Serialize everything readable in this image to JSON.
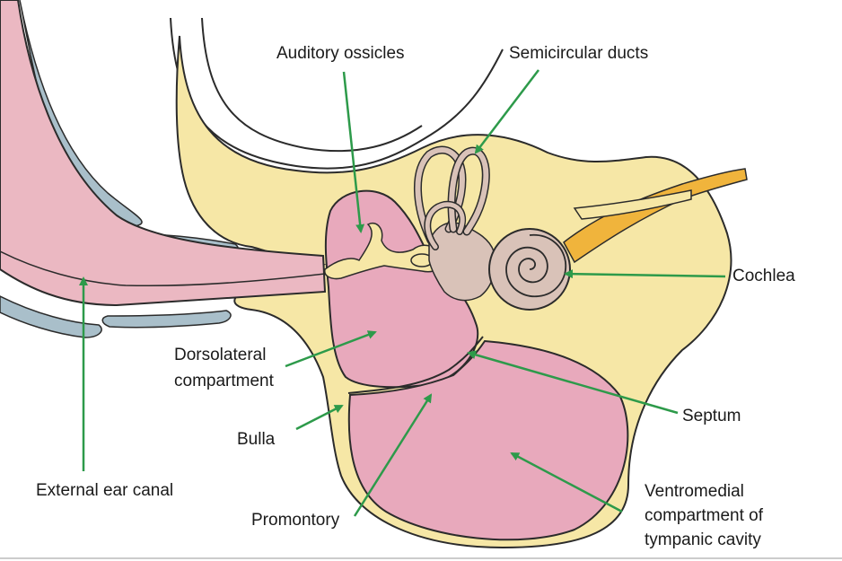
{
  "labels": {
    "auditory_ossicles": "Auditory ossicles",
    "semicircular_ducts": "Semicircular ducts",
    "cochlea": "Cochlea",
    "dorsolateral_line1": "Dorsolateral",
    "dorsolateral_line2": "compartment",
    "septum": "Septum",
    "bulla": "Bulla",
    "external_ear_canal": "External ear canal",
    "promontory": "Promontory",
    "ventromedial_line1": "Ventromedial",
    "ventromedial_line2": "compartment of",
    "ventromedial_line3": "tympanic cavity"
  },
  "colors": {
    "bone": "#f6e7a6",
    "cavity": "#e8a9bc",
    "canal_tissue": "#ebb8c2",
    "cartilage": "#a9bfca",
    "labyrinth": "#d9c2b8",
    "nerve": "#f0b43c",
    "arrow": "#2d9a4a",
    "outline": "#2b2b2b"
  }
}
